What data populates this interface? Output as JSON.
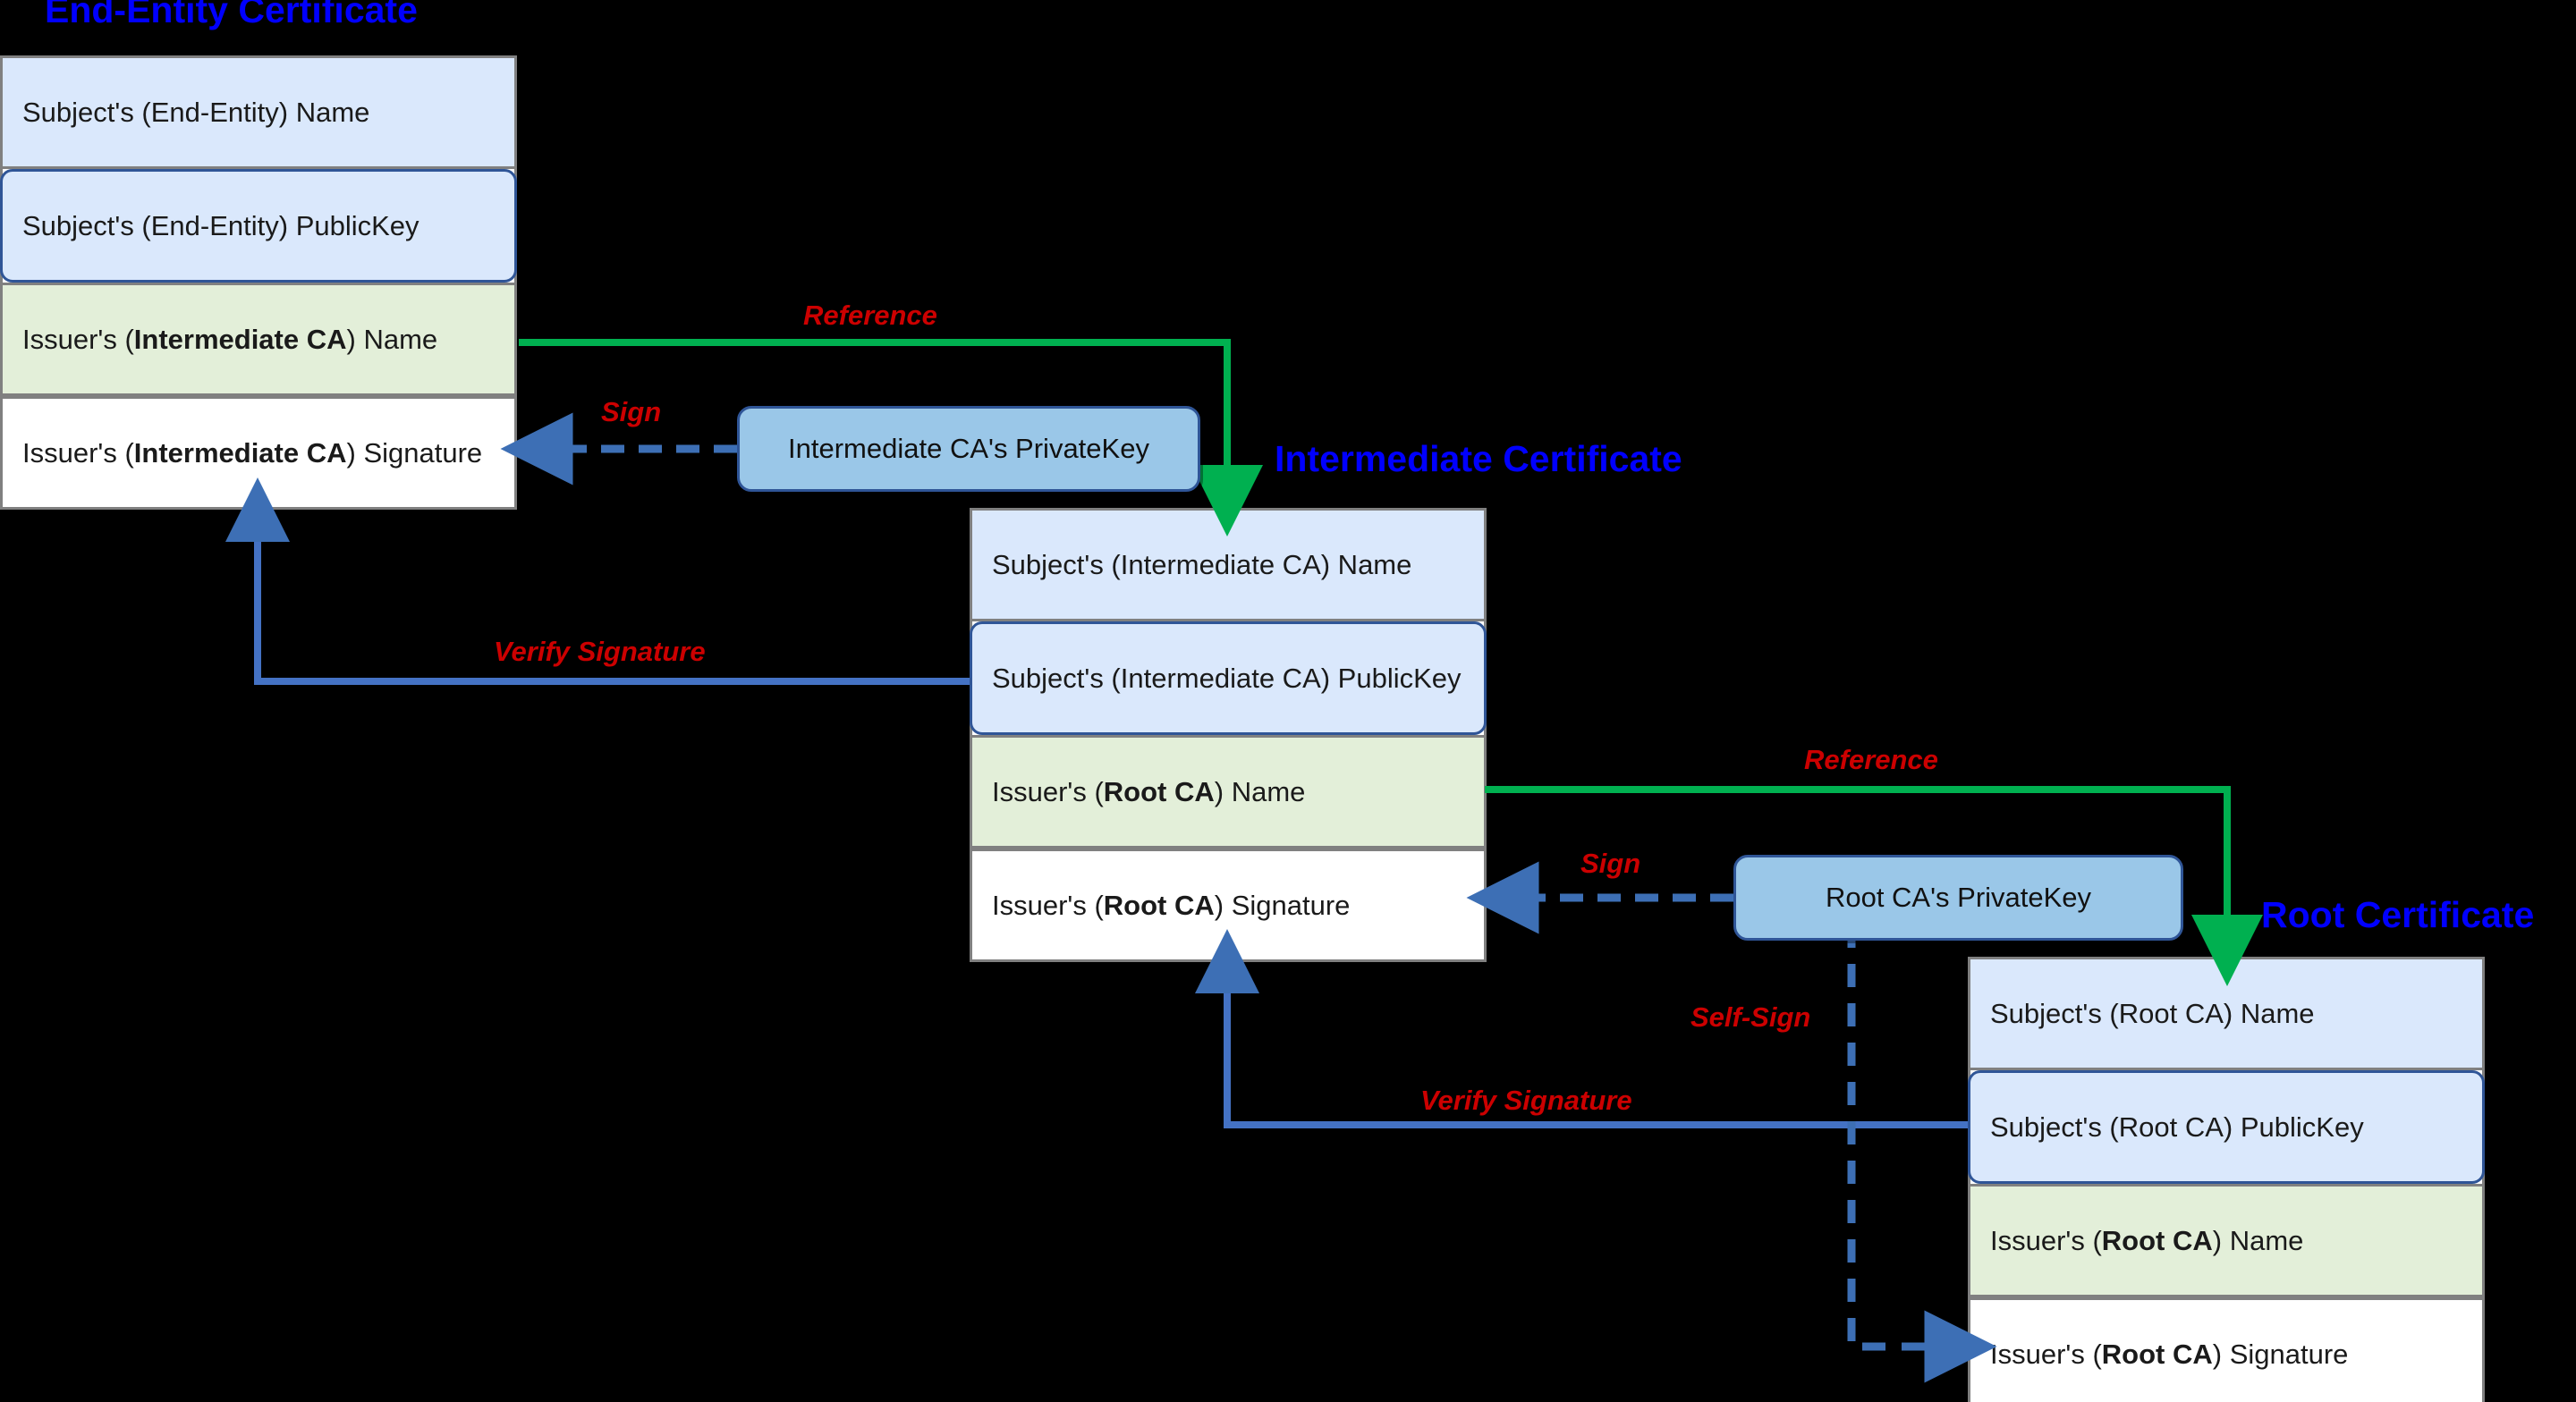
{
  "diagram": {
    "title_color": "#0000ff",
    "label_color": "#cc0000",
    "reference_color": "#00b050",
    "sign_color": "#3d6fb5",
    "verify_color": "#3d6fb5"
  },
  "certificates": [
    {
      "id": "end-entity",
      "title": "End-Entity Certificate",
      "rows": [
        {
          "kind": "subject-name",
          "text": "Subject's (End-Entity) Name"
        },
        {
          "kind": "subject-pubkey",
          "text": "Subject's (End-Entity) PublicKey"
        },
        {
          "kind": "issuer-name",
          "prefix": "Issuer's (",
          "bold": "Intermediate CA",
          "suffix": ") Name"
        },
        {
          "kind": "issuer-sig",
          "prefix": "Issuer's (",
          "bold": "Intermediate CA",
          "suffix": ") Signature"
        }
      ]
    },
    {
      "id": "intermediate",
      "title": "Intermediate Certificate",
      "rows": [
        {
          "kind": "subject-name",
          "text": "Subject's (Intermediate CA) Name"
        },
        {
          "kind": "subject-pubkey",
          "text": "Subject's (Intermediate CA) PublicKey"
        },
        {
          "kind": "issuer-name",
          "prefix": "Issuer's (",
          "bold": "Root CA",
          "suffix": ") Name"
        },
        {
          "kind": "issuer-sig",
          "prefix": "Issuer's (",
          "bold": "Root CA",
          "suffix": ") Signature"
        }
      ]
    },
    {
      "id": "root",
      "title": "Root Certificate",
      "rows": [
        {
          "kind": "subject-name",
          "text": "Subject's (Root CA) Name"
        },
        {
          "kind": "subject-pubkey",
          "text": "Subject's (Root CA) PublicKey"
        },
        {
          "kind": "issuer-name",
          "prefix": "Issuer's (",
          "bold": "Root CA",
          "suffix": ") Name"
        },
        {
          "kind": "issuer-sig",
          "prefix": "Issuer's (",
          "bold": "Root CA",
          "suffix": ") Signature"
        }
      ]
    }
  ],
  "private_keys": [
    {
      "id": "intermediate-ca-privatekey",
      "label": "Intermediate CA's PrivateKey"
    },
    {
      "id": "root-ca-privatekey",
      "label": "Root CA's PrivateKey"
    }
  ],
  "edge_labels": {
    "reference_upper": "Reference",
    "reference_lower": "Reference",
    "sign_upper": "Sign",
    "sign_lower": "Sign",
    "verify_upper": "Verify Signature",
    "verify_lower": "Verify Signature",
    "self_sign": "Self-Sign"
  }
}
